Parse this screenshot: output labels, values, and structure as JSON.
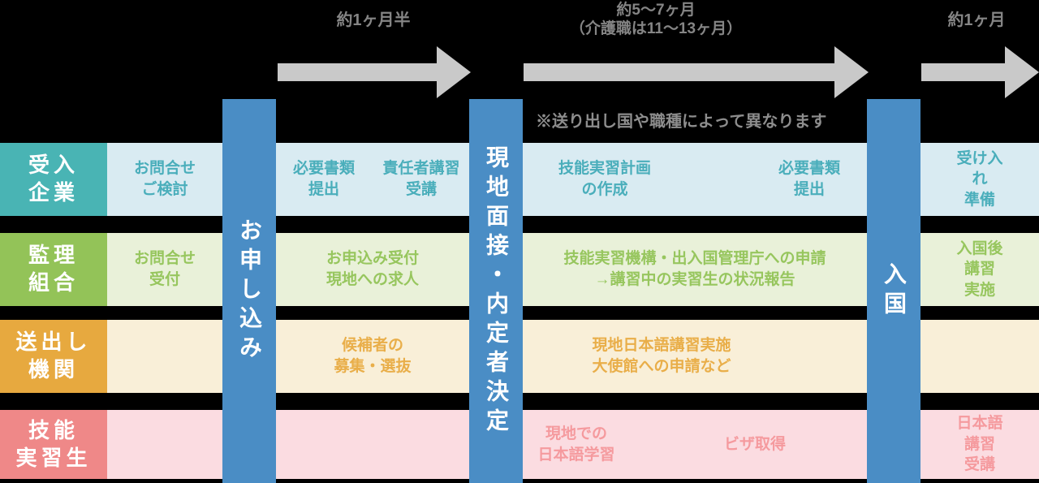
{
  "timeline": {
    "periods": [
      {
        "label": "約1ヶ月半"
      },
      {
        "label": "約5〜7ヶ月\n（介護職は11〜13ヶ月）"
      },
      {
        "label": "約1ヶ月"
      }
    ],
    "note": "※送り出し国や職種によって異なります",
    "milestones": [
      {
        "label": "お申し込み"
      },
      {
        "label": "現地面接・内定者決定"
      },
      {
        "label": "入国"
      }
    ],
    "arrow_color": "#c9c9c9",
    "milestone_bar_color": "#4a8dc5",
    "duration_label_color": "#858585"
  },
  "rows": [
    {
      "header": "受入\n企業",
      "header_color": "#49b4b4",
      "band_color": "#d9ebf2",
      "text_color": "#4aaebb",
      "cells": [
        "お問合せ\nご検討",
        "必要書類\n提出",
        "責任者講習\n受講",
        "技能実習計画\nの作成",
        "必要書類\n提出",
        "受け入れ\n準備"
      ]
    },
    {
      "header": "監理\n組合",
      "header_color": "#93c358",
      "band_color": "#e9f1d9",
      "text_color": "#97c65e",
      "cells": [
        "お問合せ\n受付",
        "お申込み受付\n現地への求人",
        "技能実習機構・出入国管理庁への申請\n→講習中の実習生の状況報告",
        "入国後講習\n実施"
      ]
    },
    {
      "header": "送出し\n機関",
      "header_color": "#e7a93f",
      "band_color": "#f9efd8",
      "text_color": "#e9ae49",
      "cells": [
        "候補者の\n募集・選抜",
        "現地日本語講習実施\n大使館への申請など"
      ]
    },
    {
      "header": "技能\n実習生",
      "header_color": "#ef8888",
      "band_color": "#fbdce1",
      "text_color": "#f59a9e",
      "cells": [
        "現地での\n日本語学習",
        "ビザ取得",
        "日本語講習\n受講"
      ]
    }
  ]
}
